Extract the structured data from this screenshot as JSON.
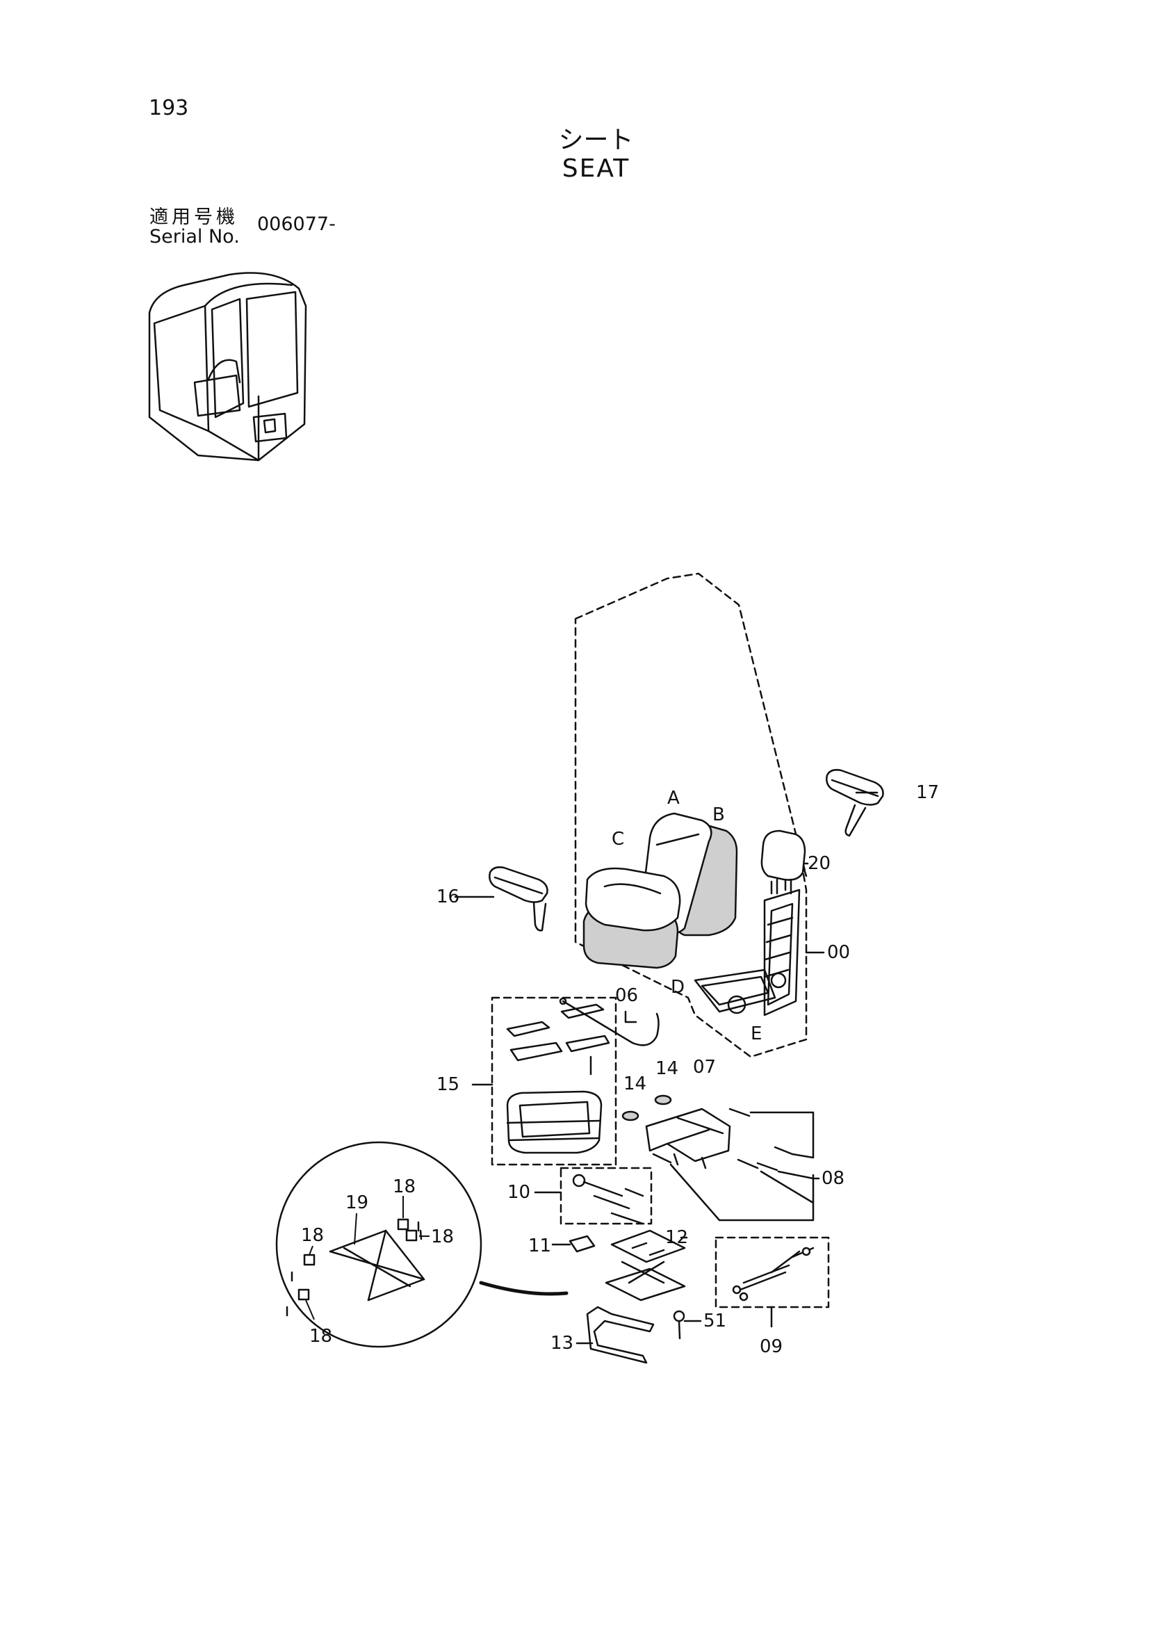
{
  "header": {
    "page_number": "193",
    "title_ja": "シート",
    "title_en": "SEAT",
    "serial_label_ja": "適用号機",
    "serial_label_en": "Serial No.",
    "serial_value": "006077-"
  },
  "callouts": {
    "a": "A",
    "b": "B",
    "c": "C",
    "d": "D",
    "e": "E",
    "p00": "00",
    "p06": "06",
    "p07": "07",
    "p08": "08",
    "p09": "09",
    "p10": "10",
    "p11": "11",
    "p12": "12",
    "p13": "13",
    "p14": "14",
    "p15": "15",
    "p16": "16",
    "p17": "17",
    "p18": "18",
    "p19": "19",
    "p20": "20",
    "p51": "51"
  }
}
